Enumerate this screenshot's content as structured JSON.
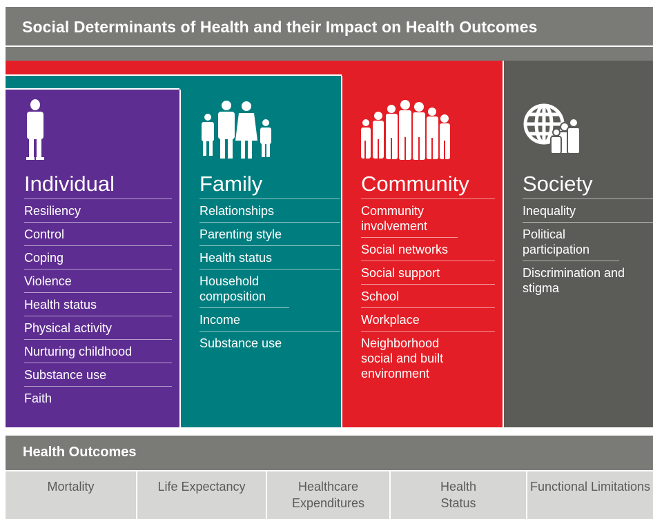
{
  "title": "Social Determinants of Health and their Impact on Health Outcomes",
  "colors": {
    "title_bar": "#7a7b77",
    "individual": "#5e2d91",
    "family": "#007e7f",
    "community": "#e41e26",
    "society": "#5b5c58",
    "outcomes_row": "#d6d6d4"
  },
  "columns": [
    {
      "title": "Individual",
      "icon": "person-icon",
      "items": [
        "Resiliency",
        "Control",
        "Coping",
        "Violence",
        "Health status",
        "Physical activity",
        "Nurturing childhood",
        "Substance use",
        "Faith"
      ]
    },
    {
      "title": "Family",
      "icon": "family-icon",
      "items": [
        "Relationships",
        "Parenting style",
        "Health status",
        "Household composition",
        "Income",
        "Substance use"
      ]
    },
    {
      "title": "Community",
      "icon": "crowd-icon",
      "items": [
        "Community involvement",
        "Social networks",
        "Social support",
        "School",
        "Workplace",
        "Neighborhood social and built environment"
      ]
    },
    {
      "title": "Society",
      "icon": "globe-people-icon",
      "items": [
        "Inequality",
        "Political participation",
        "Discrimination and stigma"
      ]
    }
  ],
  "outcomes": {
    "title": "Health Outcomes",
    "items": [
      "Mortality",
      "Life Expectancy",
      "Healthcare Expenditures",
      "Health Status",
      "Functional Limitations"
    ]
  }
}
